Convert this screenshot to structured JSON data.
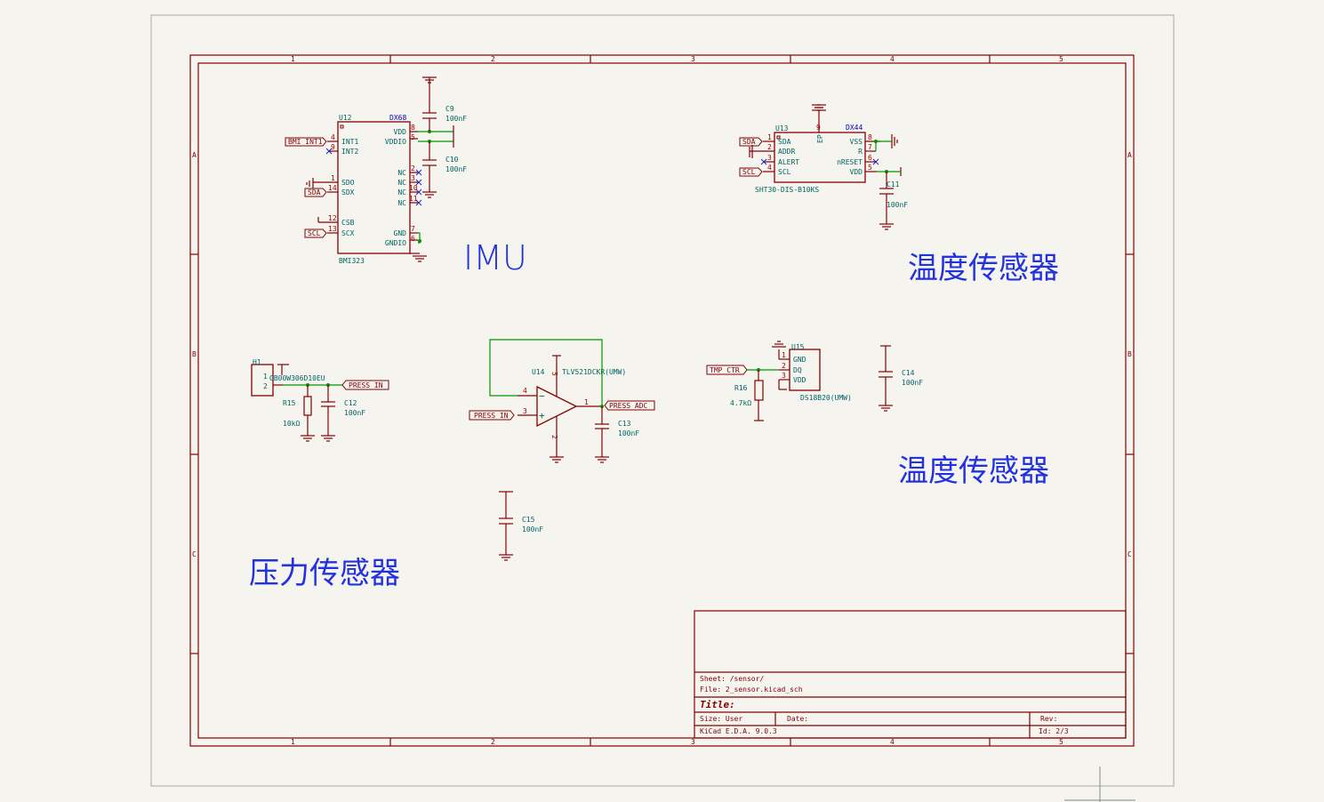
{
  "sheet": {
    "columns": [
      "1",
      "2",
      "3",
      "4",
      "5"
    ],
    "rows": [
      "A",
      "B",
      "C"
    ]
  },
  "title_block": {
    "sheet": "Sheet: /sensor/",
    "file": "File: 2_sensor.kicad_sch",
    "title": "Title:",
    "size": "Size: User",
    "date": "Date:",
    "rev": "Rev:",
    "generator": "KiCad E.D.A. 9.0.3",
    "id": "Id: 2/3"
  },
  "section_titles": {
    "imu": "IMU",
    "temp_humidity": "温度传感器",
    "temperature": "温度传感器",
    "pressure": "压力传感器"
  },
  "u12": {
    "ref": "U12",
    "value": "BMI323",
    "footprint": "DX68",
    "left_pins": [
      [
        "4",
        "INT1"
      ],
      [
        "9",
        "INT2"
      ],
      [
        "1",
        "SDO"
      ],
      [
        "14",
        "SDX"
      ],
      [
        "12",
        "CSB"
      ],
      [
        "13",
        "SCX"
      ]
    ],
    "right_pins": [
      [
        "8",
        "VDD"
      ],
      [
        "5",
        "VDDIO"
      ],
      [
        "2",
        "NC"
      ],
      [
        "3",
        "NC"
      ],
      [
        "10",
        "NC"
      ],
      [
        "11",
        "NC"
      ],
      [
        "7",
        "GND"
      ],
      [
        "6",
        "GNDIO"
      ]
    ],
    "labels": [
      "BMI_INT1",
      "SDA",
      "SCL"
    ]
  },
  "c9": {
    "ref": "C9",
    "value": "100nF"
  },
  "c10": {
    "ref": "C10",
    "value": "100nF"
  },
  "u13": {
    "ref": "U13",
    "value": "SHT30-DIS-B10KS",
    "footprint": "DX44",
    "left_pins": [
      [
        "1",
        "SDA"
      ],
      [
        "2",
        "ADDR"
      ],
      [
        "3",
        "ALERT"
      ],
      [
        "4",
        "SCL"
      ]
    ],
    "right_pins": [
      [
        "8",
        "VSS"
      ],
      [
        "7",
        "R"
      ],
      [
        "6",
        "nRESET"
      ],
      [
        "5",
        "VDD"
      ]
    ],
    "ep_pin": [
      "9",
      "EP"
    ],
    "labels": [
      "SDA",
      "SCL"
    ]
  },
  "c11": {
    "ref": "C11",
    "value": "100nF"
  },
  "h1": {
    "ref": "H1",
    "value": "GB00W306D10EU",
    "pins": [
      "1",
      "2"
    ],
    "label": "PRESS_IN"
  },
  "r15": {
    "ref": "R15",
    "value": "10kΩ"
  },
  "c12": {
    "ref": "C12",
    "value": "100nF"
  },
  "u14": {
    "ref": "U14",
    "value": "TLV521DCKR(UMW)",
    "pins": [
      "4",
      "3",
      "1",
      "5",
      "2"
    ],
    "in_label": "PRESS_IN",
    "out_label": "PRESS_ADC"
  },
  "c13": {
    "ref": "C13",
    "value": "100nF"
  },
  "c15": {
    "ref": "C15",
    "value": "100nF"
  },
  "u15": {
    "ref": "U15",
    "value": "DS18B20(UMW)",
    "pins": [
      [
        "1",
        "GND"
      ],
      [
        "2",
        "DQ"
      ],
      [
        "3",
        "VDD"
      ]
    ],
    "label": "TMP_CTR"
  },
  "r16": {
    "ref": "R16",
    "value": "4.7kΩ"
  },
  "c14": {
    "ref": "C14",
    "value": "100nF"
  },
  "colors": {
    "frame": "#840000",
    "wire": "#009600",
    "text": "#006464",
    "ref": "#0000c8",
    "background": "#f5f4ef"
  }
}
